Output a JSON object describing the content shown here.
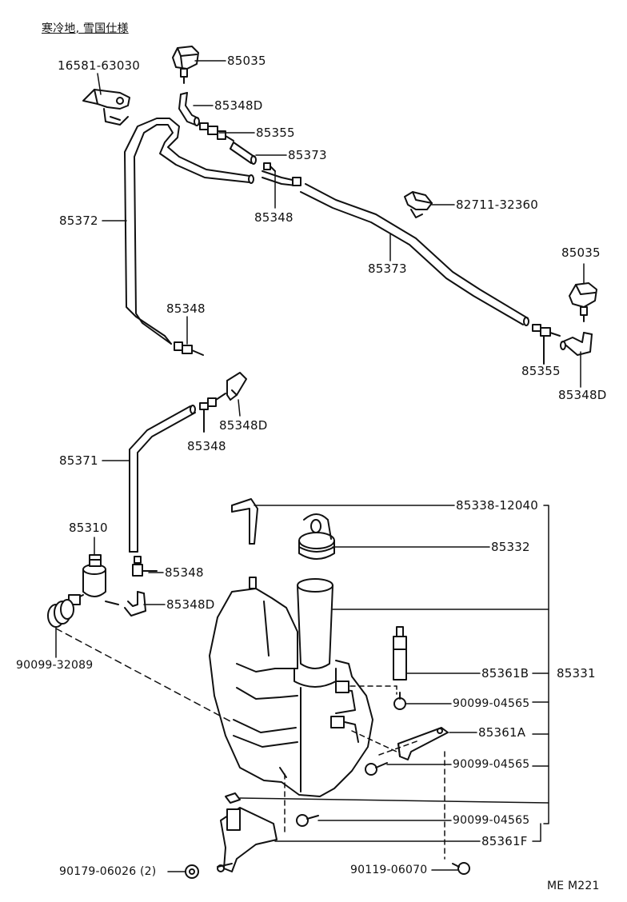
{
  "header": {
    "note": "寒冷地, 雪国仕様"
  },
  "footer": {
    "code": "ME M221"
  },
  "labels": {
    "p16581_63030": "16581-63030",
    "p85035_top": "85035",
    "p85348D_a": "85348D",
    "p85355_a": "85355",
    "p85373_a": "85373",
    "p82711_32360": "82711-32360",
    "p85372": "85372",
    "p85348_a": "85348",
    "p85373_b": "85373",
    "p85035_right": "85035",
    "p85348_b": "85348",
    "p85355_b": "85355",
    "p85348D_b": "85348D",
    "p85348D_c": "85348D",
    "p85348_c": "85348",
    "p85371": "85371",
    "p85338_12040": "85338-12040",
    "p85310": "85310",
    "p85332": "85332",
    "p85348_d": "85348",
    "p85348D_d": "85348D",
    "p90099_32089": "90099-32089",
    "p85361B": "85361B",
    "p85331": "85331",
    "p90099_04565_a": "90099-04565",
    "p85361A": "85361A",
    "p90099_04565_b": "90099-04565",
    "p90099_04565_c": "90099-04565",
    "p85361F": "85361F",
    "p90179_06026": "90179-06026 (2)",
    "p90119_06070": "90119-06070"
  }
}
